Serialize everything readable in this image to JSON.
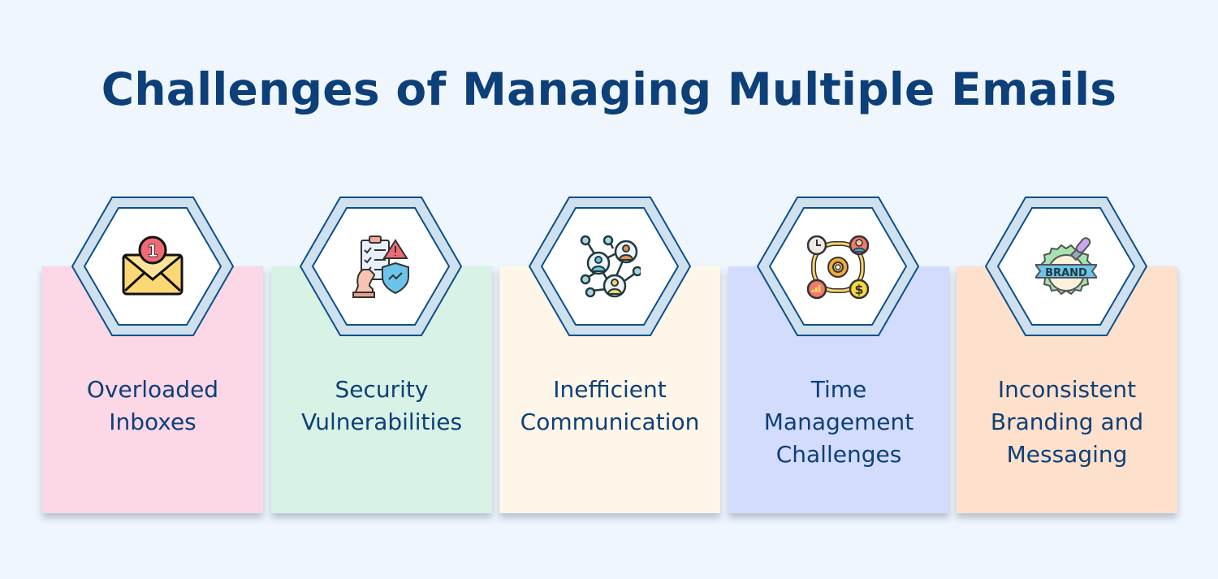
{
  "title": "Challenges of Managing Multiple Emails",
  "colors": {
    "background": "#eff6fe",
    "title": "#0d3f78",
    "hex_outer_fill": "#cfe1ef",
    "hex_stroke": "#0d4f8a",
    "hex_inner_fill": "#ffffff"
  },
  "cards": [
    {
      "label": "Overloaded\nInboxes",
      "icon": "envelope-notification-icon",
      "color": "#fcd7e6"
    },
    {
      "label": "Security\nVulnerabilities",
      "icon": "security-clipboard-shield-icon",
      "color": "#d8f2e5"
    },
    {
      "label": "Inefficient\nCommunication",
      "icon": "network-people-icon",
      "color": "#fef6e8"
    },
    {
      "label": "Time\nManagement\nChallenges",
      "icon": "time-money-gear-icon",
      "color": "#d3dcfd"
    },
    {
      "label": "Inconsistent\nBranding and\nMessaging",
      "icon": "brand-badge-icon",
      "color": "#fee1cc"
    }
  ]
}
